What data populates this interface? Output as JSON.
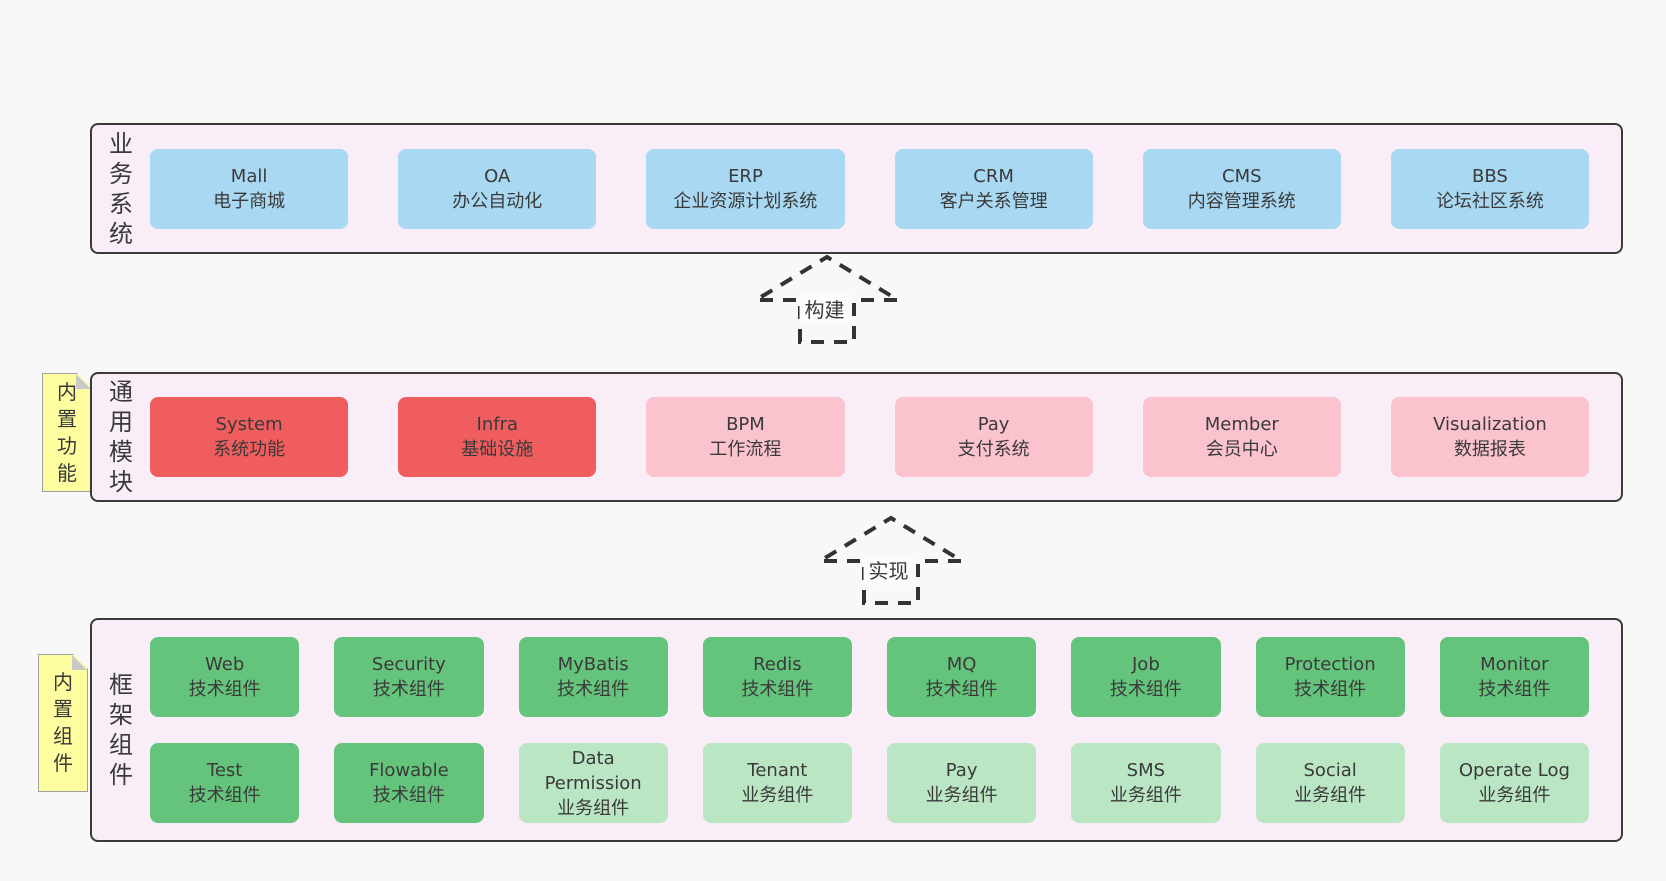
{
  "colors": {
    "page_bg": "#f8f8f8",
    "band_bg": "#f9eef8",
    "band_border": "#3a3a3a",
    "blue": "#a9d8f3",
    "red": "#ef5d5e",
    "pink": "#fac3cd",
    "green": "#65c47c",
    "green_light": "#bae6c4",
    "note_yellow": "#fdfc9e",
    "note_fold": "#c9c9c9",
    "text": "#3a3a3a"
  },
  "bands": [
    {
      "label": "业务系统",
      "rows": [
        [
          {
            "en": "Mall",
            "zh": "电子商城",
            "variant": "blue"
          },
          {
            "en": "OA",
            "zh": "办公自动化",
            "variant": "blue"
          },
          {
            "en": "ERP",
            "zh": "企业资源计划系统",
            "variant": "blue"
          },
          {
            "en": "CRM",
            "zh": "客户关系管理",
            "variant": "blue"
          },
          {
            "en": "CMS",
            "zh": "内容管理系统",
            "variant": "blue"
          },
          {
            "en": "BBS",
            "zh": "论坛社区系统",
            "variant": "blue"
          }
        ]
      ]
    },
    {
      "label": "通用模块",
      "note": "内置功能",
      "rows": [
        [
          {
            "en": "System",
            "zh": "系统功能",
            "variant": "red"
          },
          {
            "en": "Infra",
            "zh": "基础设施",
            "variant": "red"
          },
          {
            "en": "BPM",
            "zh": "工作流程",
            "variant": "pink"
          },
          {
            "en": "Pay",
            "zh": "支付系统",
            "variant": "pink"
          },
          {
            "en": "Member",
            "zh": "会员中心",
            "variant": "pink"
          },
          {
            "en": "Visualization",
            "zh": "数据报表",
            "variant": "pink"
          }
        ]
      ]
    },
    {
      "label": "框架组件",
      "note": "内置组件",
      "rows": [
        [
          {
            "en": "Web",
            "zh": "技术组件",
            "variant": "green"
          },
          {
            "en": "Security",
            "zh": "技术组件",
            "variant": "green"
          },
          {
            "en": "MyBatis",
            "zh": "技术组件",
            "variant": "green"
          },
          {
            "en": "Redis",
            "zh": "技术组件",
            "variant": "green"
          },
          {
            "en": "MQ",
            "zh": "技术组件",
            "variant": "green"
          },
          {
            "en": "Job",
            "zh": "技术组件",
            "variant": "green"
          },
          {
            "en": "Protection",
            "zh": "技术组件",
            "variant": "green"
          },
          {
            "en": "Monitor",
            "zh": "技术组件",
            "variant": "green"
          }
        ],
        [
          {
            "en": "Test",
            "zh": "技术组件",
            "variant": "green"
          },
          {
            "en": "Flowable",
            "zh": "技术组件",
            "variant": "green"
          },
          {
            "en": "Data Permission",
            "zh": "业务组件",
            "variant": "green-light"
          },
          {
            "en": "Tenant",
            "zh": "业务组件",
            "variant": "green-light"
          },
          {
            "en": "Pay",
            "zh": "业务组件",
            "variant": "green-light"
          },
          {
            "en": "SMS",
            "zh": "业务组件",
            "variant": "green-light"
          },
          {
            "en": "Social",
            "zh": "业务组件",
            "variant": "green-light"
          },
          {
            "en": "Operate Log",
            "zh": "业务组件",
            "variant": "green-light"
          }
        ]
      ]
    }
  ],
  "arrows": [
    {
      "label": "构建"
    },
    {
      "label": "实现"
    }
  ]
}
